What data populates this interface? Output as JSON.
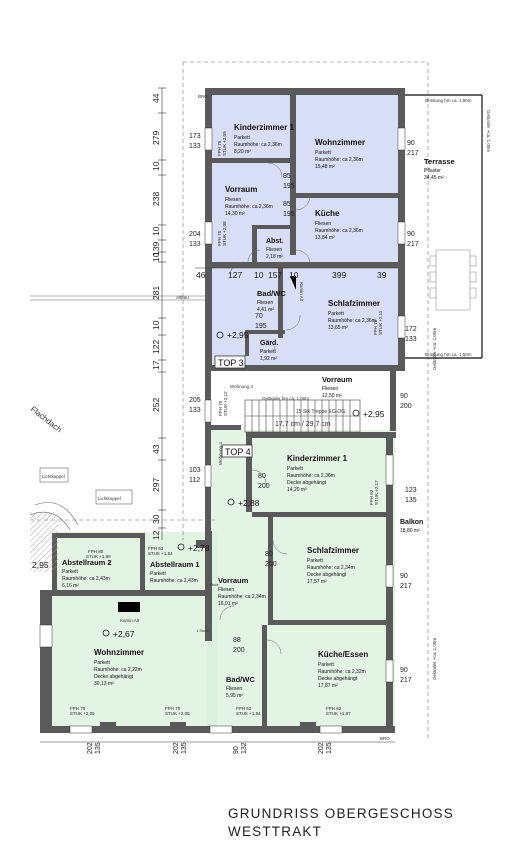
{
  "title": {
    "line1": "GRUNDRISS OBERGESCHOSS",
    "line2": "WESTTRAKT"
  },
  "colors": {
    "wall": "#5a5a5a",
    "highlight_upper": "#c9d3f2",
    "highlight_lower": "#d9f0dc",
    "line": "#333333"
  },
  "unit_labels": {
    "top3": "TOP 3",
    "top4": "TOP 4"
  },
  "levels": {
    "a": "+2,95",
    "b": "+2,95",
    "c": "+2,88",
    "d": "+2,78",
    "e": "+2,67",
    "f": "2,95"
  },
  "rooms": {
    "kinder1_upper": {
      "name": "Kinderzimmer 1",
      "floor": "Parkett",
      "height": "Raumhöhe: ca 2,36m",
      "area": "8,20 m²"
    },
    "wohn_upper": {
      "name": "Wohnzimmer",
      "floor": "Parkett",
      "height": "Raumhöhe: ca 2,36m",
      "area": "15,48 m²"
    },
    "vorraum_upper": {
      "name": "Vorraum",
      "floor": "Fliesen",
      "height": "Raumhöhe: ca 2,36m",
      "area": "14,30 m²"
    },
    "kueche_upper": {
      "name": "Küche",
      "floor": "Fliesen",
      "height": "Raumhöhe: ca 2,36m",
      "area": "13,84 m²"
    },
    "abst_upper": {
      "name": "Abst.",
      "floor": "Fliesen",
      "area": "2,18 m²"
    },
    "bad_upper": {
      "name": "Bad/WC",
      "floor": "Fliesen",
      "area": "4,41 m²"
    },
    "schlaf_upper": {
      "name": "Schlafzimmer",
      "floor": "Parkett",
      "height": "Raumhöhe: ca 2,36m",
      "area": "13,65 m²"
    },
    "gard": {
      "name": "Gard.",
      "floor": "Parkett",
      "area": "1,92 m²"
    },
    "terrasse": {
      "name": "Terrasse",
      "floor": "Pflaster",
      "area": "34,45 m²"
    },
    "vorraum_mid": {
      "name": "Vorraum",
      "floor": "Fliesen",
      "area": "12,50 m²"
    },
    "kinder1_lower": {
      "name": "Kinderzimmer 1",
      "floor": "Parkett",
      "height": "Raumhöhe: ca 2,36m",
      "extra": "Decke abgehängt",
      "area": "14,20 m²"
    },
    "balkon": {
      "name": "Balkon",
      "area": "18,80 m²"
    },
    "abstellraum2": {
      "name": "Abstellraum 2",
      "floor": "Parkett",
      "height": "Raumhöhe: ca 2,43m",
      "area": "6,16 m²"
    },
    "abstellraum1": {
      "name": "Abstellraum 1",
      "floor": "Parkett",
      "height": "Raumhöhe: ca 2,43m",
      "area": ""
    },
    "schlaf_lower": {
      "name": "Schlafzimmer",
      "floor": "Parkett",
      "height": "Raumhöhe: ca 2,34m",
      "extra": "Decke abgehängt",
      "area": "17,57 m²"
    },
    "vorraum_lower": {
      "name": "Vorraum",
      "floor": "Fliesen",
      "height": "Raumhöhe: ca 2,34m",
      "area": "16,01 m²"
    },
    "wohn_lower": {
      "name": "Wohnzimmer",
      "floor": "Parkett",
      "height": "Raumhöhe: ca 2,22m",
      "extra": "Decke abgehängt",
      "area": "30,13 m²"
    },
    "bad_lower": {
      "name": "Bad/WC",
      "floor": "Fliesen",
      "area": "5,95 m²"
    },
    "kueche_essen": {
      "name": "Küche/Essen",
      "floor": "Parkett",
      "height": "Raumhöhe: ca 2,32m",
      "extra": "Decke abgehängt",
      "area": "17,87 m²"
    }
  },
  "dims_left": [
    "44",
    "279",
    "10",
    "238",
    "10",
    "139",
    "10",
    "281",
    "10",
    "122",
    "17",
    "252",
    "43",
    "297",
    "30",
    "12"
  ],
  "dims_openings": [
    {
      "w": "173",
      "h": "133"
    },
    {
      "w": "204",
      "h": "133"
    },
    {
      "w": "205",
      "h": "133"
    },
    {
      "w": "103",
      "h": "112"
    },
    {
      "w": "90",
      "h": "217"
    },
    {
      "w": "90",
      "h": "217"
    },
    {
      "w": "172",
      "h": "133"
    },
    {
      "w": "90",
      "h": "200"
    },
    {
      "w": "123",
      "h": "135"
    },
    {
      "w": "90",
      "h": "217"
    },
    {
      "w": "90",
      "h": "217"
    },
    {
      "w": "80",
      "h": "200"
    },
    {
      "w": "80",
      "h": "200"
    },
    {
      "w": "85",
      "h": "195"
    },
    {
      "w": "85",
      "h": "195"
    },
    {
      "w": "70",
      "h": "195"
    },
    {
      "w": "88",
      "h": "200"
    }
  ],
  "dims_row": [
    "46",
    "127",
    "10",
    "157",
    "10",
    "399",
    "39"
  ],
  "dims_bottom": [
    "202",
    "135",
    "202",
    "135",
    "90",
    "132",
    "202",
    "135"
  ],
  "fph": [
    "FPH 80",
    "STUK +1,90",
    "FPH 70",
    "STUK +2,05",
    "FPH 70",
    "STUK +2,05",
    "FPH 62",
    "STUK +1,94",
    "FPH 62",
    "STUK +1,97",
    "FPH 78",
    "STUK +2,11",
    "FPH 62",
    "STUK +2,17",
    "FPH 75",
    "STUK +2,08",
    "FPH 63",
    "STUK +1,84",
    "FPH 75",
    "STUK +2,12",
    "FPH 75",
    "STUK +2,09"
  ],
  "notes": {
    "flachdach": "Flachdach",
    "lichtkuppel": "Lichtkuppel",
    "kamin": "Kamin Alt",
    "bruestung": "Brüstung hm ca. 1,50m",
    "gelaender": "Geländer +ca. 1,00m",
    "gelaender_short": "Geländer hm ca. 1,00m",
    "treppe": "15 Stk Treppe EG-OG",
    "stair_dims": "17,7 cm / 29,7 cm",
    "wohnung3": "Wohnung 3",
    "wohnung4": "Wohnung 4",
    "altbau": "Altbau",
    "stufe": "1 Stufe",
    "bro": "BRO"
  }
}
